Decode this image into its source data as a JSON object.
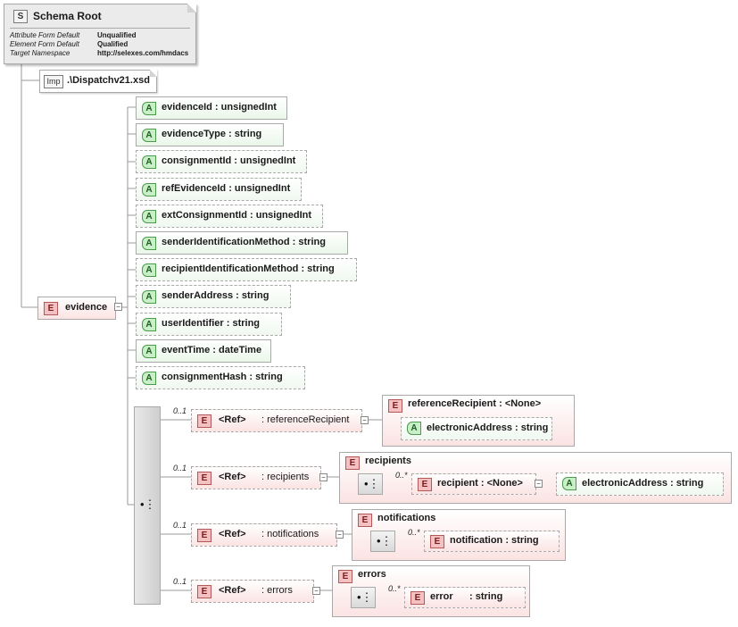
{
  "root": {
    "badge": "S",
    "title": "Schema Root",
    "properties": [
      {
        "name": "Attribute Form Default",
        "value": "Unqualified"
      },
      {
        "name": "Element Form Default",
        "value": "Qualified"
      },
      {
        "name": "Target Namespace",
        "value": "http://selexes.com/hmdacs"
      }
    ]
  },
  "import": {
    "badge": "Imp",
    "path": ".\\Dispatchv21.xsd"
  },
  "evidence": {
    "badge": "E",
    "name": "evidence"
  },
  "attributes": [
    {
      "badge": "A",
      "text": "evidenceId  : unsignedInt"
    },
    {
      "badge": "A",
      "text": "evidenceType  : string"
    },
    {
      "badge": "A",
      "text": "consignmentId  : unsignedInt"
    },
    {
      "badge": "A",
      "text": "refEvidenceId  : unsignedInt"
    },
    {
      "badge": "A",
      "text": "extConsignmentId  : unsignedInt"
    },
    {
      "badge": "A",
      "text": "senderIdentificationMethod  : string"
    },
    {
      "badge": "A",
      "text": "recipientIdentificationMethod  : string"
    },
    {
      "badge": "A",
      "text": "senderAddress  : string"
    },
    {
      "badge": "A",
      "text": "userIdentifier  : string"
    },
    {
      "badge": "A",
      "text": "eventTime  : dateTime"
    },
    {
      "badge": "A",
      "text": "consignmentHash  : string"
    }
  ],
  "refs": [
    {
      "cardinality": "0..1",
      "badge": "E",
      "ref": "<Ref>",
      "name": ": referenceRecipient"
    },
    {
      "cardinality": "0..1",
      "badge": "E",
      "ref": "<Ref>",
      "name": ": recipients"
    },
    {
      "cardinality": "0..1",
      "badge": "E",
      "ref": "<Ref>",
      "name": ": notifications"
    },
    {
      "cardinality": "0..1",
      "badge": "E",
      "ref": "<Ref>",
      "name": ": errors"
    }
  ],
  "referenceRecipient": {
    "badge": "E",
    "title": "referenceRecipient  : <None>",
    "attr": {
      "badge": "A",
      "text": "electronicAddress  : string"
    }
  },
  "recipients": {
    "badge": "E",
    "title": "recipients",
    "cardinality": "0..*",
    "child": {
      "badge": "E",
      "text": "recipient  : <None>"
    },
    "attr": {
      "badge": "A",
      "text": "electronicAddress  : string"
    }
  },
  "notifications": {
    "badge": "E",
    "title": "notifications",
    "cardinality": "0..*",
    "child": {
      "badge": "E",
      "text": "notification  : string"
    }
  },
  "errors": {
    "badge": "E",
    "title": "errors",
    "cardinality": "0..*",
    "child": {
      "badge": "E",
      "text": "error      : string"
    }
  }
}
